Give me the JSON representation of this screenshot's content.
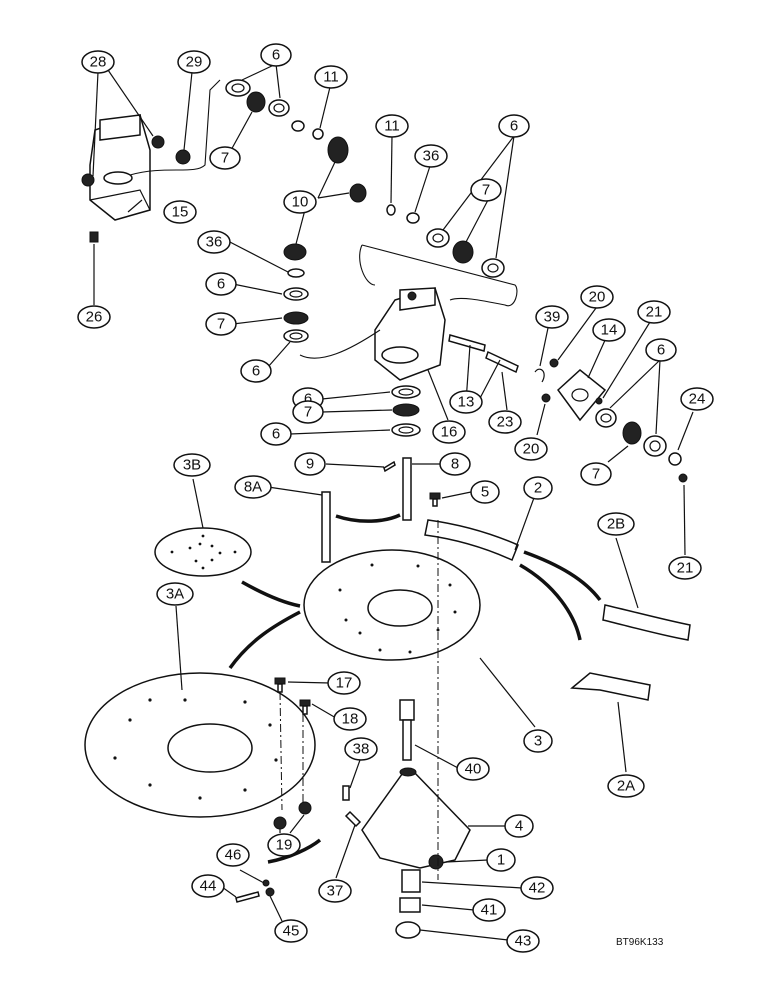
{
  "figure_code": "BT96K133",
  "callouts": {
    "c28": "28",
    "c29": "29",
    "c6a": "6",
    "c11a": "11",
    "c7a": "7",
    "c15": "15",
    "c26": "26",
    "c11b": "11",
    "c36a": "36",
    "c6b": "6",
    "c10": "10",
    "c7b": "7",
    "c36b": "36",
    "c6c": "6",
    "c7c": "7",
    "c6d": "6",
    "c6e": "6",
    "c7d": "7",
    "c6f": "6",
    "c16": "16",
    "c13": "13",
    "c23": "23",
    "c39": "39",
    "c20a": "20",
    "c14": "14",
    "c20b": "20",
    "c21a": "21",
    "c6g": "6",
    "c7e": "7",
    "c24": "24",
    "c21b": "21",
    "c3B": "3B",
    "c8A": "8A",
    "c9": "9",
    "c8": "8",
    "c5": "5",
    "c2": "2",
    "c2B": "2B",
    "c3A": "3A",
    "c17": "17",
    "c18": "18",
    "c38": "38",
    "c40": "40",
    "c3": "3",
    "c2A": "2A",
    "c4": "4",
    "c19": "19",
    "c1": "1",
    "c42": "42",
    "c41": "41",
    "c43": "43",
    "c46": "46",
    "c44": "44",
    "c45": "45",
    "c37": "37"
  }
}
